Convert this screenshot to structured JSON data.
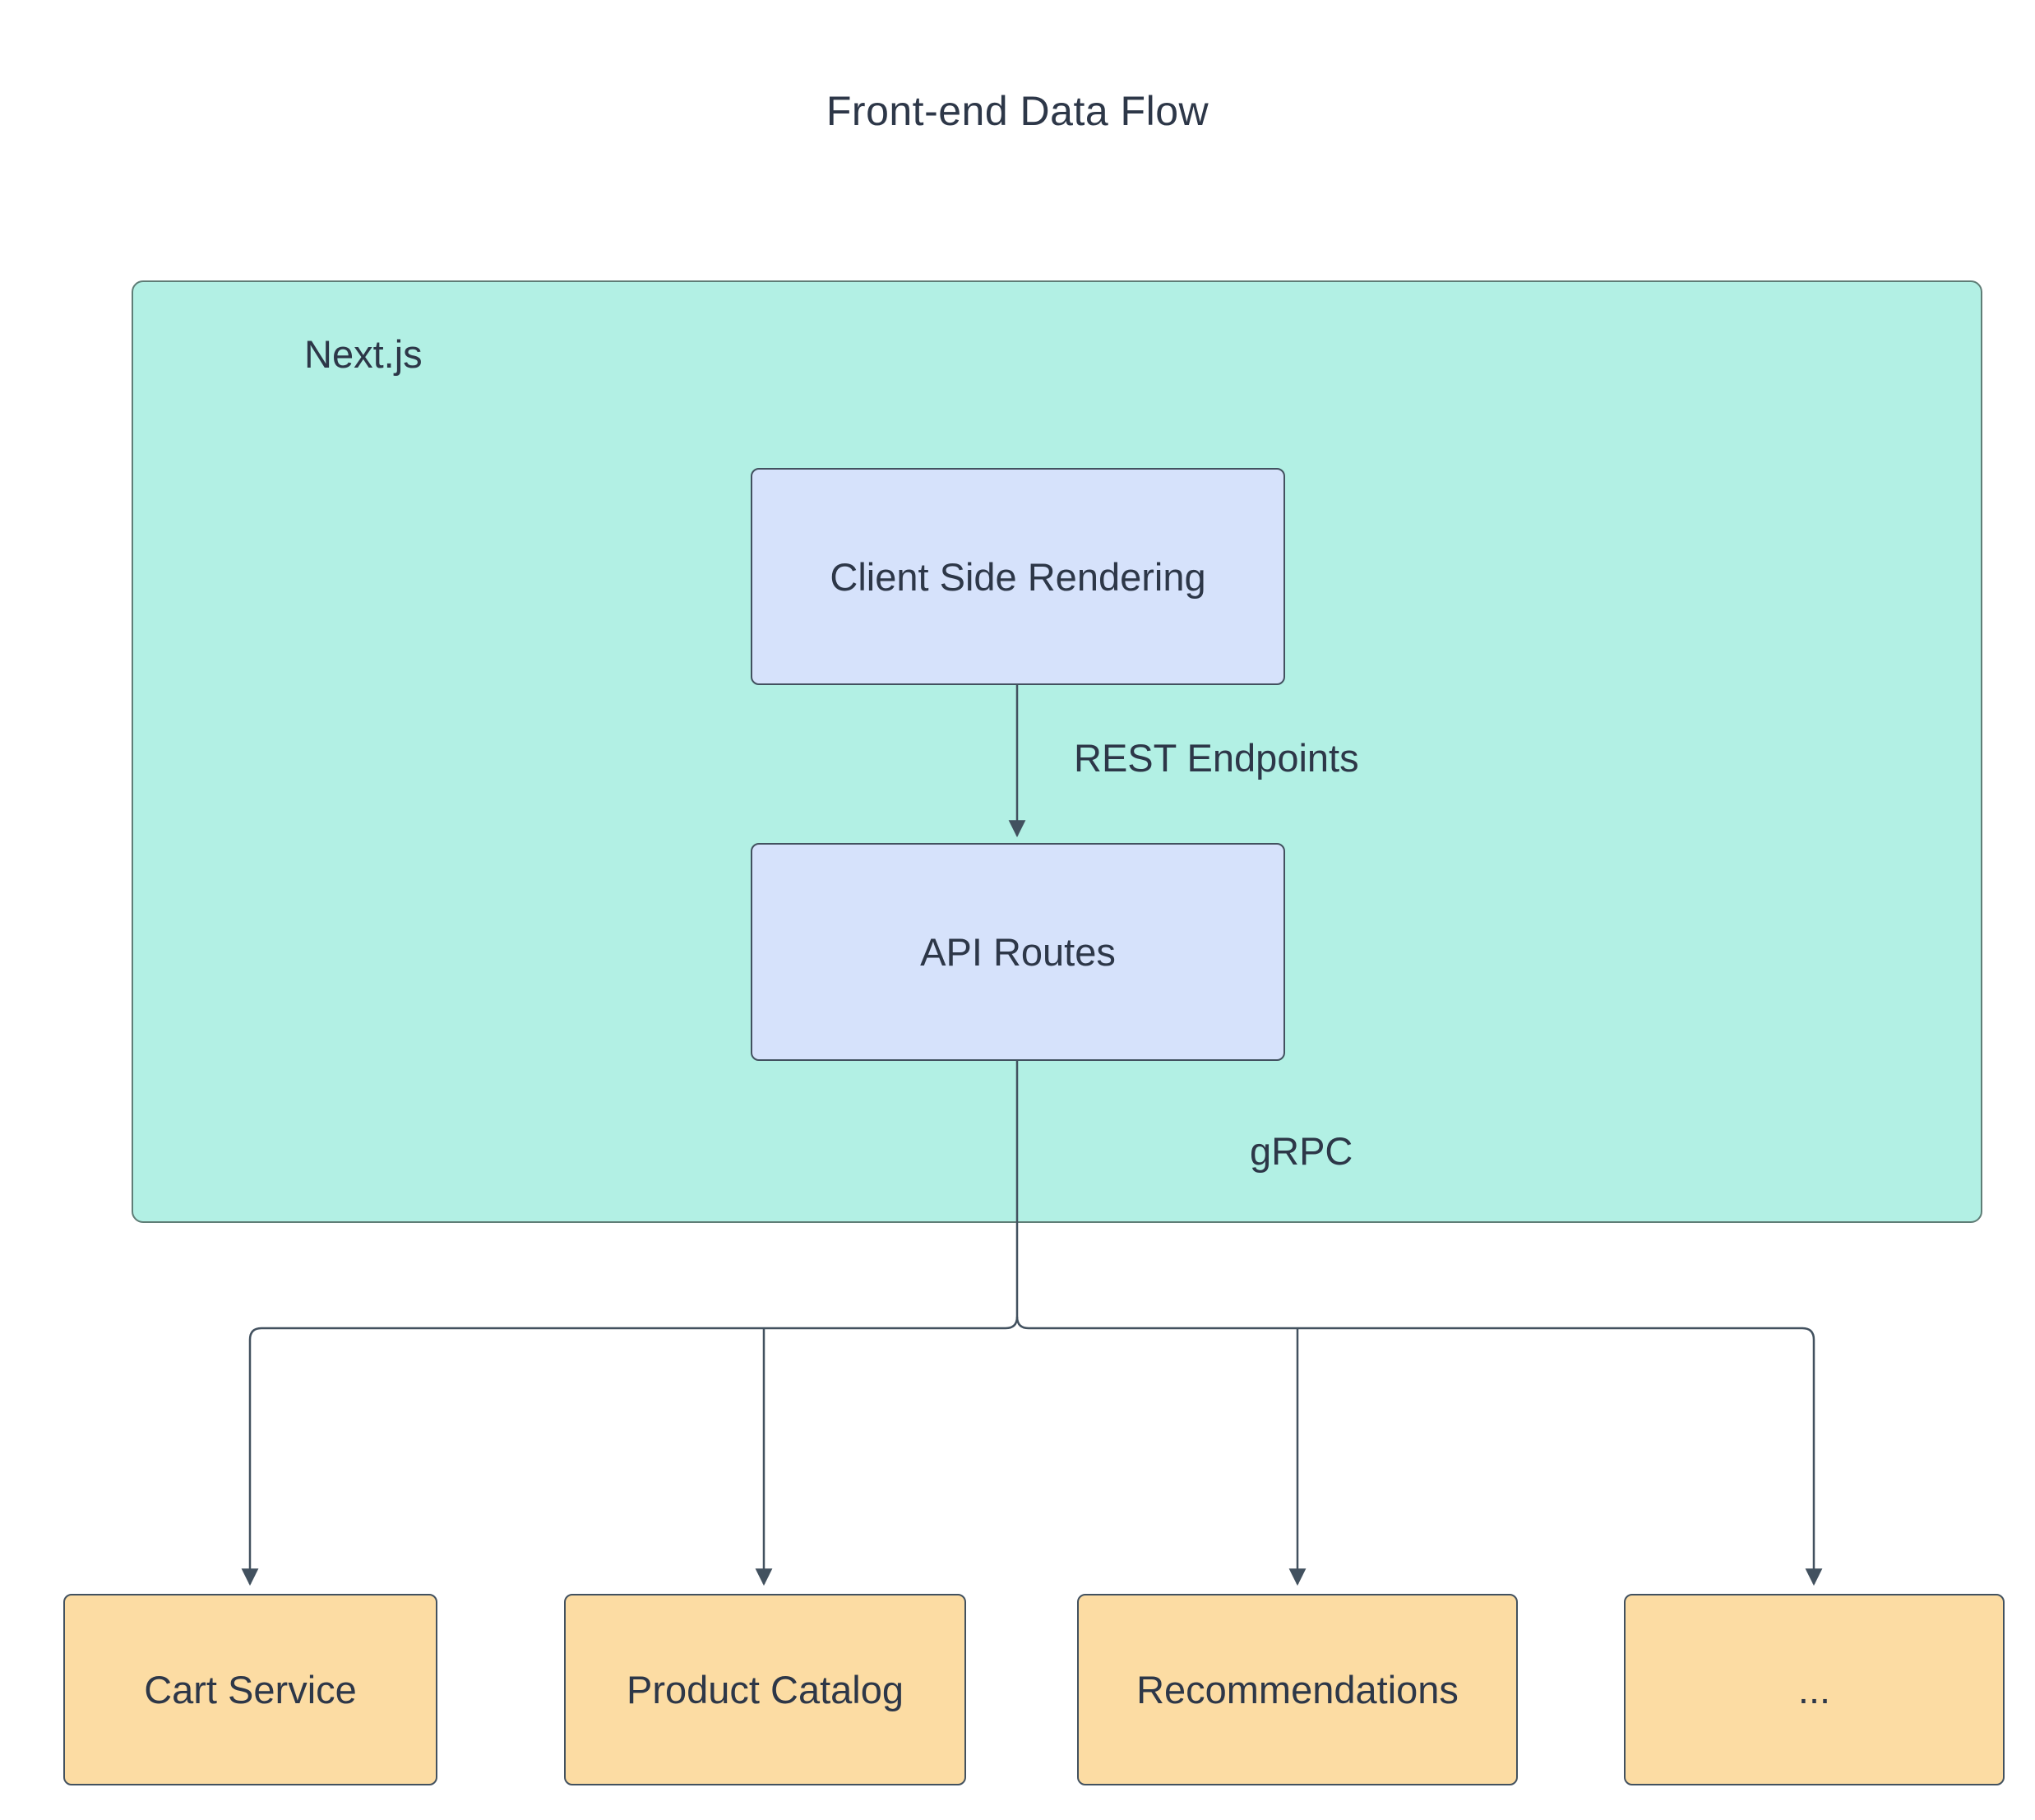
{
  "diagram": {
    "title": "Front-end Data Flow"
  },
  "group": {
    "label": "Next.js"
  },
  "nodes": {
    "client_side_rendering": "Client Side Rendering",
    "api_routes": "API Routes"
  },
  "services": [
    {
      "label": "Cart Service"
    },
    {
      "label": "Product Catalog"
    },
    {
      "label": "Recommendations"
    },
    {
      "label": "..."
    }
  ],
  "edges": {
    "rest": "REST Endpoints",
    "grpc": "gRPC"
  },
  "colors": {
    "canvas_bg": "#ffffff",
    "container_fill": "#b2f0e4",
    "container_stroke": "#5f7d76",
    "node_blue_fill": "#d6e2fb",
    "node_orange_fill": "#fcdca3",
    "stroke": "#42515f",
    "text": "#2d3748"
  }
}
